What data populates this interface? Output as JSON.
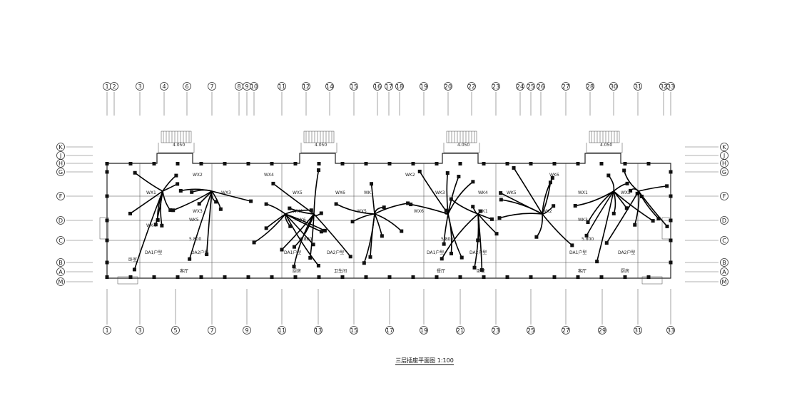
{
  "drawing": {
    "title": "三层插座平面图  1:100",
    "top_axes": [
      "1",
      "2",
      "3",
      "4",
      "6",
      "7",
      "8",
      "9",
      "10",
      "11",
      "12",
      "14",
      "15",
      "16",
      "17",
      "18",
      "19",
      "20",
      "22",
      "23",
      "24",
      "25",
      "26",
      "27",
      "28",
      "30",
      "31",
      "32",
      "33"
    ],
    "bottom_axes": [
      "1",
      "3",
      "5",
      "7",
      "9",
      "11",
      "13",
      "15",
      "17",
      "19",
      "21",
      "23",
      "25",
      "27",
      "29",
      "31",
      "33"
    ],
    "row_axes": [
      "K",
      "J",
      "H",
      "G",
      "F",
      "D",
      "C",
      "B",
      "A",
      "M"
    ],
    "circuit_labels": [
      "WX1",
      "WX2",
      "WX3",
      "WX4",
      "WX5",
      "WX6",
      "WK1",
      "WK2",
      "WK3",
      "WK4",
      "WK5",
      "WK6"
    ],
    "panel_labels": [
      "DA1户型",
      "DA2户型"
    ],
    "dimension_labels": [
      "4.050",
      "5.800"
    ],
    "room_labels": [
      "卧室",
      "客厅",
      "厨房",
      "卫生间",
      "餐厅"
    ]
  }
}
